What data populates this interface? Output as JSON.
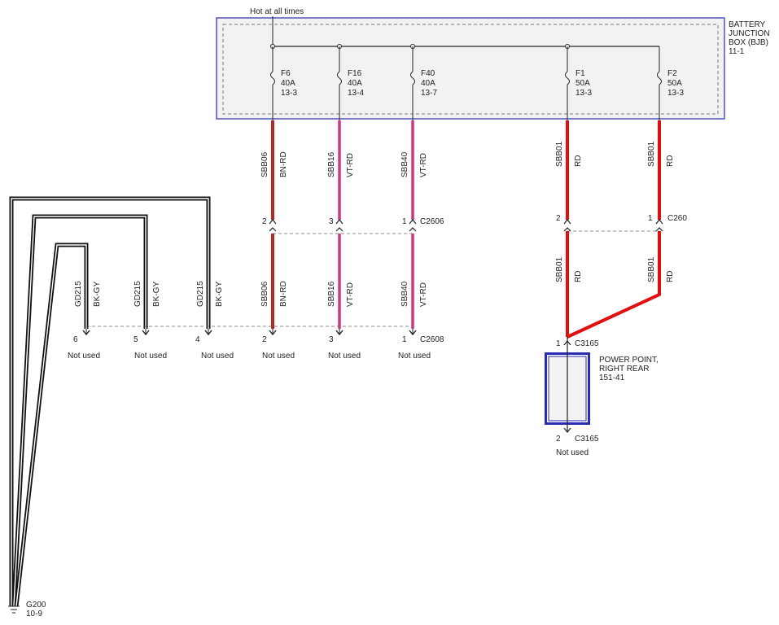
{
  "header": {
    "hot_label": "Hot at all times",
    "bjb_label": [
      "BATTERY",
      "JUNCTION",
      "BOX (BJB)",
      "11-1"
    ]
  },
  "fuses": [
    {
      "name": "F6",
      "rating": "40A",
      "ref": "13-3"
    },
    {
      "name": "F16",
      "rating": "40A",
      "ref": "13-4"
    },
    {
      "name": "F40",
      "rating": "40A",
      "ref": "13-7"
    },
    {
      "name": "F1",
      "rating": "50A",
      "ref": "13-3"
    },
    {
      "name": "F2",
      "rating": "50A",
      "ref": "13-3"
    }
  ],
  "upper_wires": [
    {
      "circuit": "SBB06",
      "color": "BN-RD",
      "pin": "2"
    },
    {
      "circuit": "SBB16",
      "color": "VT-RD",
      "pin": "3"
    },
    {
      "circuit": "SBB40",
      "color": "VT-RD",
      "pin": "1"
    },
    {
      "circuit": "SBB01",
      "color": "RD",
      "pin": "2"
    },
    {
      "circuit": "SBB01",
      "color": "RD",
      "pin": "1"
    }
  ],
  "connectors": {
    "c2606": "C2606",
    "c260": "C260",
    "c2608": "C2608",
    "c3165_top": "C3165",
    "c3165_bottom": "C3165"
  },
  "lower_wires": [
    {
      "circuit": "GD215",
      "color": "BK-GY",
      "pin": "6",
      "status": "Not used"
    },
    {
      "circuit": "GD215",
      "color": "BK-GY",
      "pin": "5",
      "status": "Not used"
    },
    {
      "circuit": "GD215",
      "color": "BK-GY",
      "pin": "4",
      "status": "Not used"
    },
    {
      "circuit": "SBB06",
      "color": "BN-RD",
      "pin": "2",
      "status": "Not used"
    },
    {
      "circuit": "SBB16",
      "color": "VT-RD",
      "pin": "3",
      "status": "Not used"
    },
    {
      "circuit": "SBB40",
      "color": "VT-RD",
      "pin": "1",
      "status": "Not used"
    }
  ],
  "right_wires": [
    {
      "circuit": "SBB01",
      "color": "RD"
    },
    {
      "circuit": "SBB01",
      "color": "RD"
    }
  ],
  "power_point": {
    "label": [
      "POWER POINT,",
      "RIGHT REAR",
      "151-41"
    ],
    "pin_top": "1",
    "pin_bottom": "2",
    "bottom_status": "Not used"
  },
  "ground": {
    "name": "G200",
    "ref": "10-9"
  },
  "wire_colors": {
    "bn_rd": "#b02a2a",
    "vt_rd": "#e060c8",
    "rd": "#e01010",
    "bk_gy": "#111111",
    "box_border": "#2b2bb5",
    "box_fill": "#f2f2f2"
  }
}
